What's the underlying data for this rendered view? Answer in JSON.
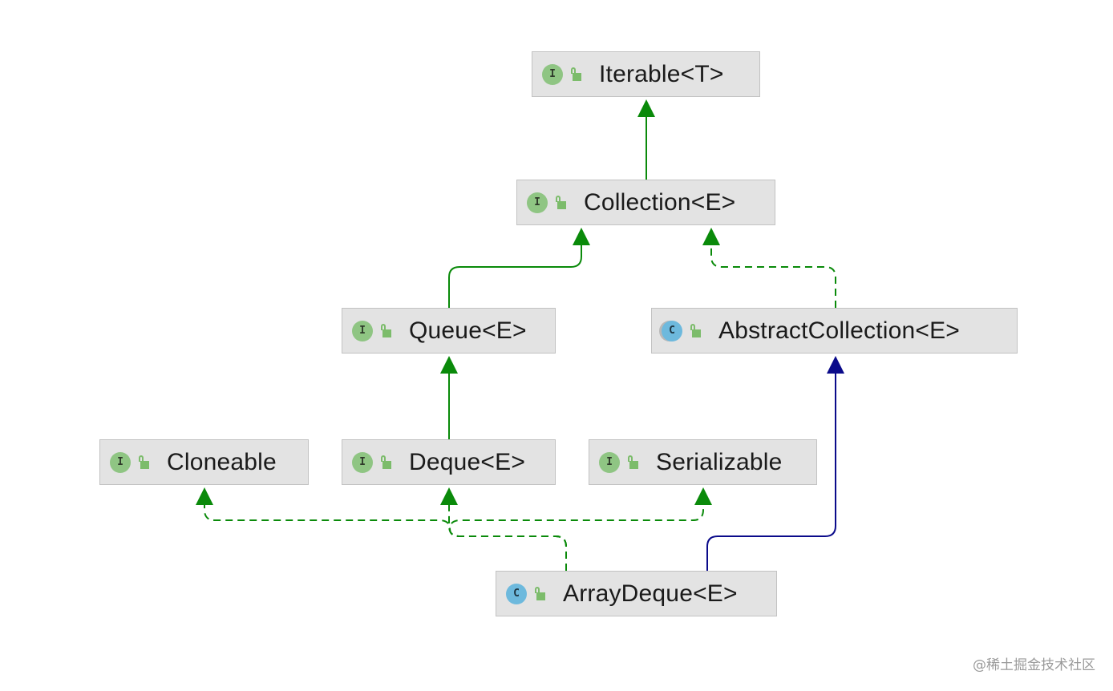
{
  "nodes": {
    "iterable": {
      "label": "Iterable<T>",
      "kind": "interface",
      "badge": "I"
    },
    "collection": {
      "label": "Collection<E>",
      "kind": "interface",
      "badge": "I"
    },
    "queue": {
      "label": "Queue<E>",
      "kind": "interface",
      "badge": "I"
    },
    "abstract_collection": {
      "label": "AbstractCollection<E>",
      "kind": "abstract-class",
      "badge": "C"
    },
    "cloneable": {
      "label": "Cloneable",
      "kind": "interface",
      "badge": "I"
    },
    "deque": {
      "label": "Deque<E>",
      "kind": "interface",
      "badge": "I"
    },
    "serializable": {
      "label": "Serializable",
      "kind": "interface",
      "badge": "I"
    },
    "array_deque": {
      "label": "ArrayDeque<E>",
      "kind": "class",
      "badge": "C"
    }
  },
  "edges": [
    {
      "from": "Collection<E>",
      "to": "Iterable<T>",
      "relation": "extends",
      "style": "solid",
      "color": "#0a8a0a"
    },
    {
      "from": "Queue<E>",
      "to": "Collection<E>",
      "relation": "extends",
      "style": "solid",
      "color": "#0a8a0a"
    },
    {
      "from": "AbstractCollection<E>",
      "to": "Collection<E>",
      "relation": "implements",
      "style": "dashed",
      "color": "#0a8a0a"
    },
    {
      "from": "Deque<E>",
      "to": "Queue<E>",
      "relation": "extends",
      "style": "solid",
      "color": "#0a8a0a"
    },
    {
      "from": "ArrayDeque<E>",
      "to": "AbstractCollection<E>",
      "relation": "extends",
      "style": "solid",
      "color": "#0a0a8a"
    },
    {
      "from": "ArrayDeque<E>",
      "to": "Cloneable",
      "relation": "implements",
      "style": "dashed",
      "color": "#0a8a0a"
    },
    {
      "from": "ArrayDeque<E>",
      "to": "Deque<E>",
      "relation": "implements",
      "style": "dashed",
      "color": "#0a8a0a"
    },
    {
      "from": "ArrayDeque<E>",
      "to": "Serializable",
      "relation": "implements",
      "style": "dashed",
      "color": "#0a8a0a"
    }
  ],
  "colors": {
    "interface_badge": "#8fc583",
    "class_badge": "#6db9dd",
    "node_fill": "#e3e3e3",
    "node_border": "#c2c2c2",
    "extends_arrow": "#0a8a0a",
    "class_extends_arrow": "#0a0a8a"
  },
  "icons": {
    "interface": "interface-badge-icon",
    "class": "class-badge-icon",
    "visibility": "unlocked-padlock-icon"
  },
  "watermark": "@稀土掘金技术社区"
}
